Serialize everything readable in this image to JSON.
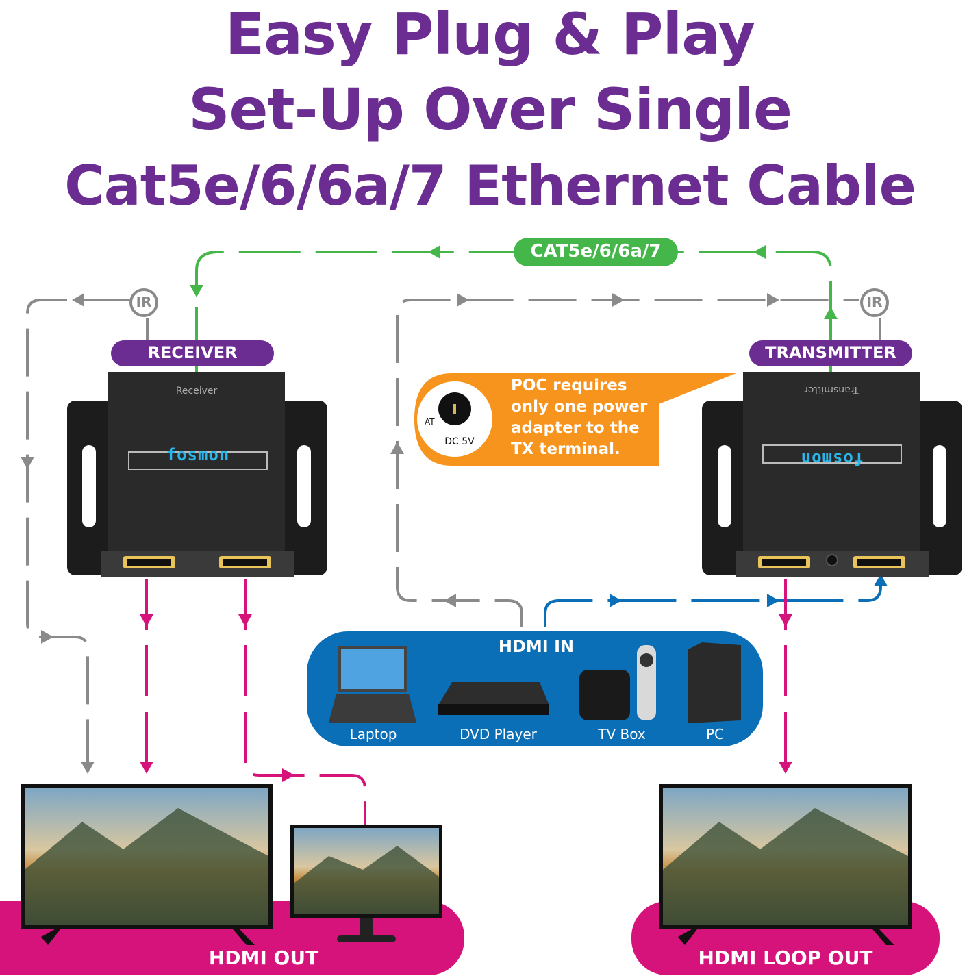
{
  "title": {
    "line1": "Easy Plug & Play",
    "line2": "Set-Up Over Single",
    "line3": "Cat5e/6/6a/7 Ethernet Cable"
  },
  "cable_label": "CAT5e/6/6a/7",
  "ir_label": "IR",
  "receiver": {
    "badge": "RECEIVER",
    "device_text": "Receiver",
    "brand": "fosmon"
  },
  "transmitter": {
    "badge": "TRANSMITTER",
    "device_text": "Transmitter",
    "brand": "fosmon"
  },
  "poc_note": {
    "lines": [
      "POC requires",
      "only one power",
      "adapter to the",
      "TX terminal."
    ],
    "jack_label": "DC 5V",
    "jack_side_label": "AT"
  },
  "hdmi_in": {
    "title": "HDMI IN",
    "sources": [
      "Laptop",
      "DVD Player",
      "TV Box",
      "PC"
    ]
  },
  "outputs": {
    "hdmi_out": "HDMI OUT",
    "hdmi_loop_out": "HDMI LOOP OUT"
  },
  "colors": {
    "title": "#6b2d91",
    "badge": "#6b2d91",
    "cable_green": "#45b649",
    "ir_gray": "#8a8a8a",
    "hdmi_in_blue": "#0b6fb8",
    "hdmi_out_magenta": "#d6137b",
    "poc_orange": "#f7941d",
    "device_black": "#222222",
    "brand_cyan": "#2bb5e8"
  }
}
